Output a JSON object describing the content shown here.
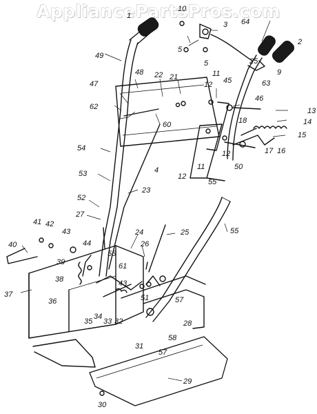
{
  "watermark": "AppliancePartsPros.com",
  "part_labels": [
    "1",
    "2",
    "3",
    "4",
    "5",
    "5",
    "9",
    "10",
    "11",
    "11",
    "12",
    "12",
    "12",
    "13",
    "14",
    "15",
    "16",
    "17",
    "18",
    "21",
    "22",
    "23",
    "24",
    "25",
    "25",
    "26",
    "27",
    "28",
    "29",
    "30",
    "31",
    "32",
    "33",
    "34",
    "35",
    "36",
    "37",
    "38",
    "39",
    "40",
    "41",
    "42",
    "43",
    "43",
    "44",
    "45",
    "46",
    "47",
    "48",
    "49",
    "50",
    "51",
    "52",
    "53",
    "54",
    "55",
    "55",
    "56",
    "57",
    "57",
    "58",
    "60",
    "61",
    "62",
    "63",
    "64"
  ]
}
